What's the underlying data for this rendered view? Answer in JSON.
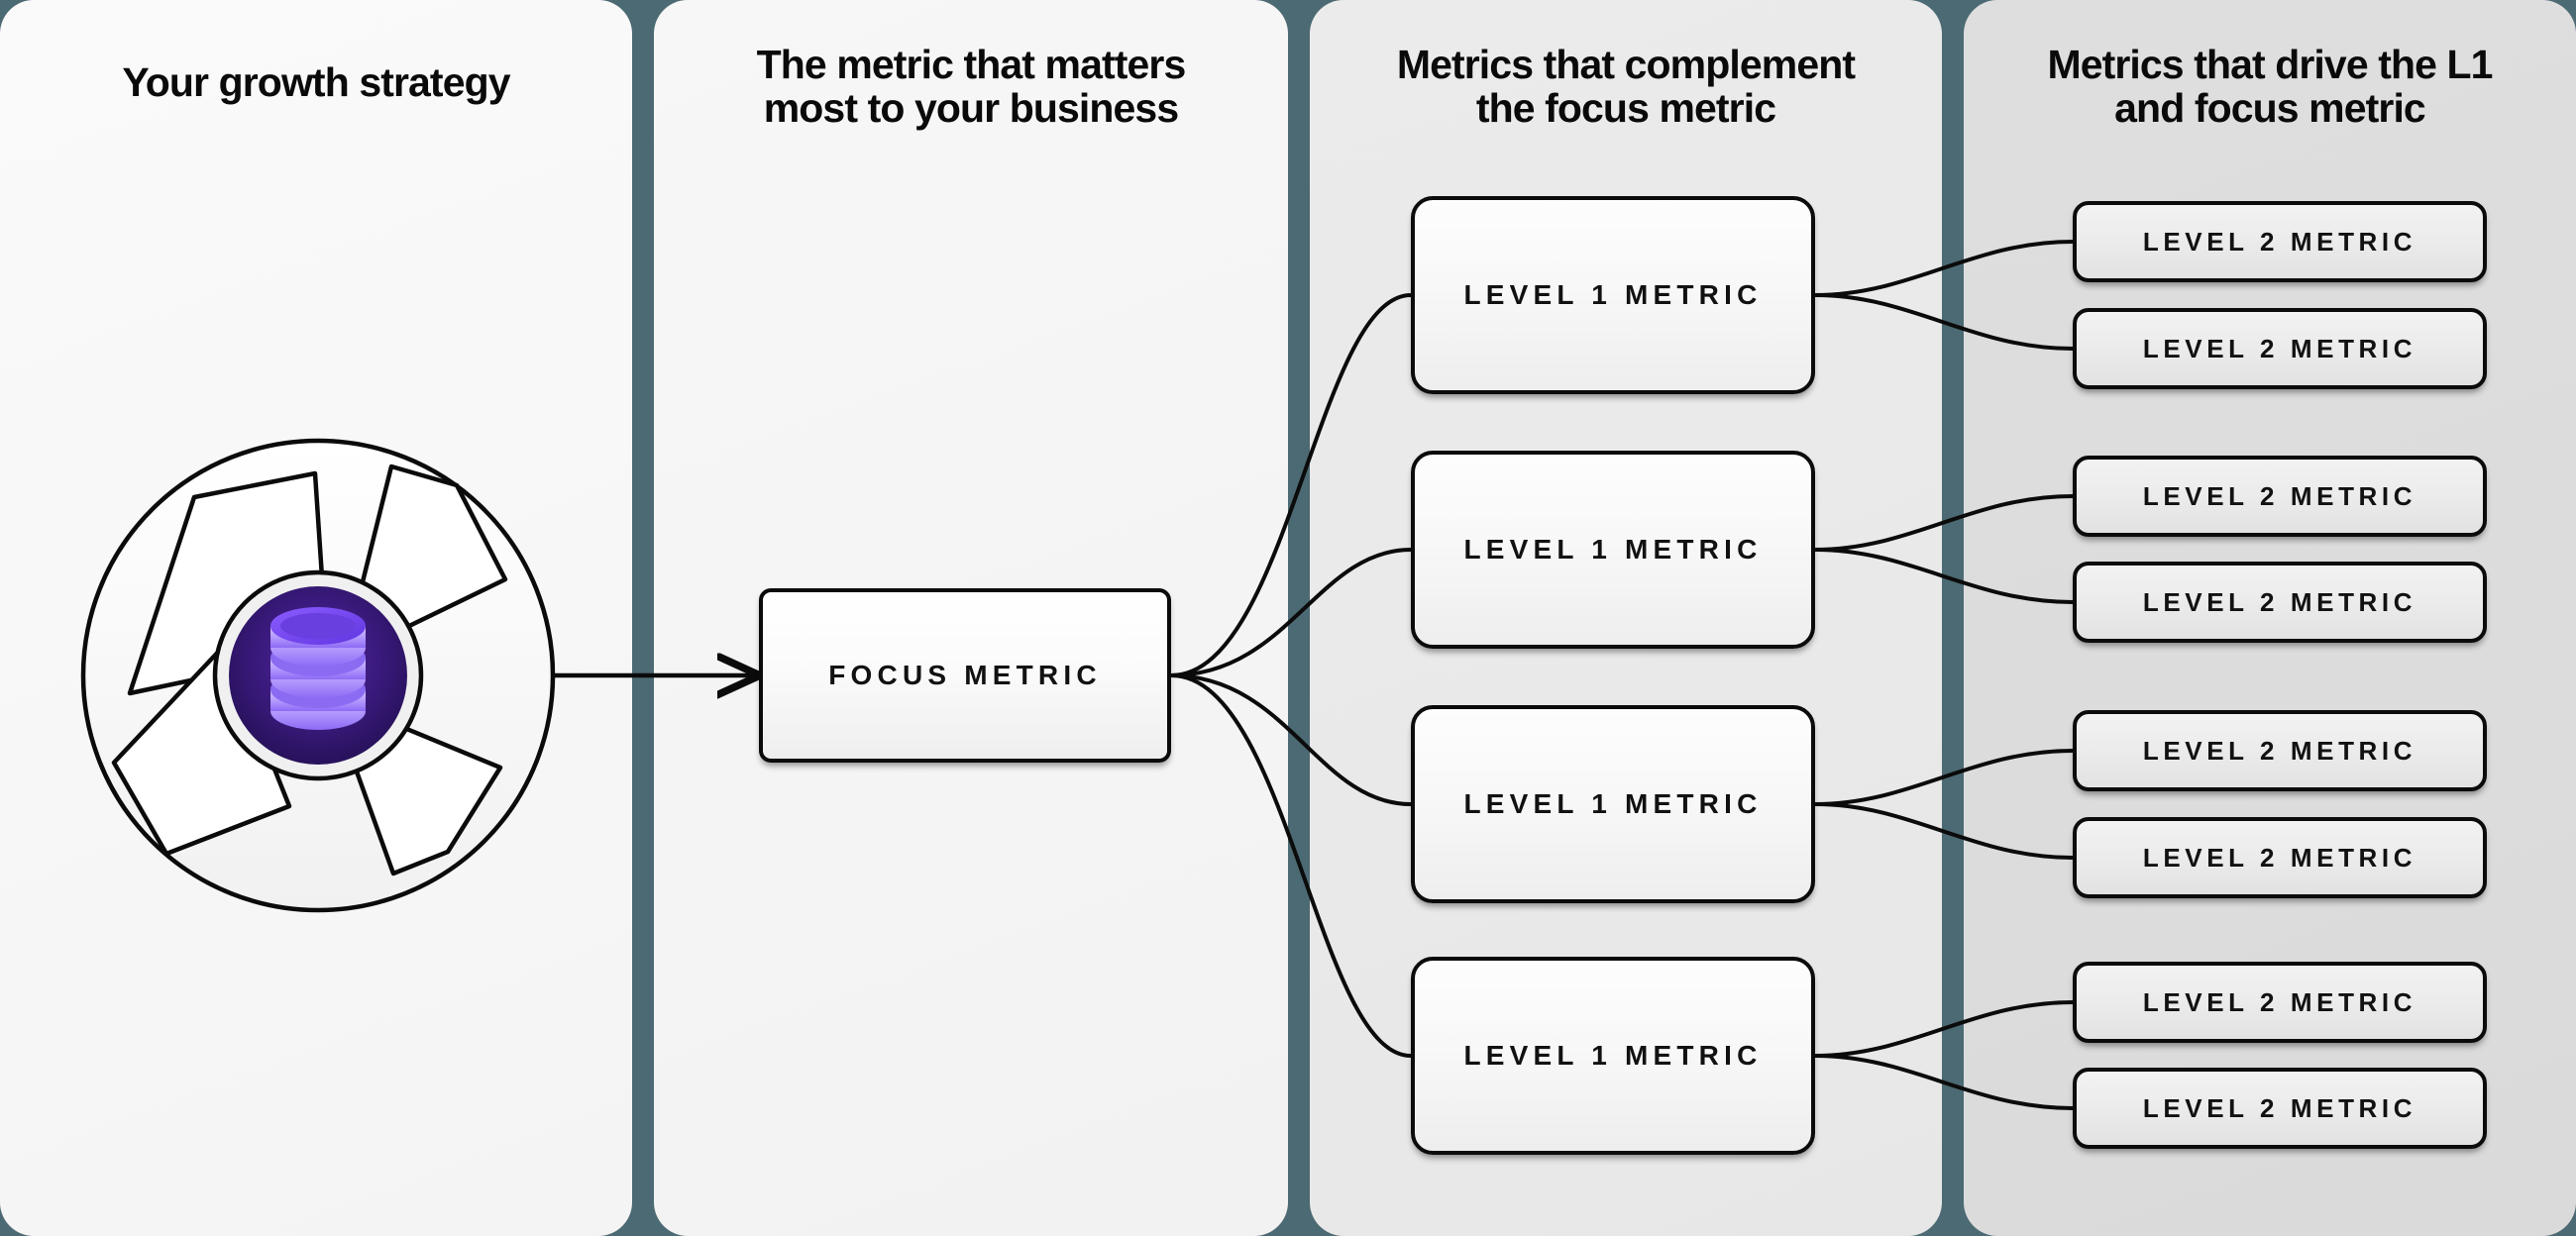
{
  "meta": {
    "title": "Metric tree: growth strategy to level 2 metrics",
    "background_color": "#4c6a73"
  },
  "columns": [
    {
      "id": "col-strategy",
      "heading": "Your growth strategy",
      "background_color": "#f7f7f7"
    },
    {
      "id": "col-focus",
      "heading": "The metric that matters\nmost to your business",
      "background_color": "#f4f4f4"
    },
    {
      "id": "col-level1",
      "heading": "Metrics that complement\nthe focus metric",
      "background_color": "#e9e9e9"
    },
    {
      "id": "col-level2",
      "heading": "Metrics that drive the L1\nand focus metric",
      "background_color": "#dcdcdc"
    }
  ],
  "headings": {
    "col1": "Your growth strategy",
    "col2_line1": "The metric that matters",
    "col2_line2": "most to your business",
    "col3_line1": "Metrics that complement",
    "col3_line2": "the focus metric",
    "col4_line1": "Metrics that drive the L1",
    "col4_line2": "and focus metric"
  },
  "strategy_logo": {
    "icon_name": "database-stack-icon",
    "outer_shape": "aperture-petal-circle",
    "outer_fill": "#fafafa",
    "outer_stroke": "#0b0b0b",
    "inner_circle_fill_outer": "#2a1260",
    "inner_circle_fill_inner": "#4a24a8",
    "inner_ring_fill": "#f2f2f2",
    "db_light": "#cdb8ff",
    "db_mid": "#7c4dff",
    "db_dark": "#5a2fd6"
  },
  "nodes": {
    "focus": {
      "label": "FOCUS METRIC"
    },
    "level1": [
      {
        "label": "LEVEL 1 METRIC"
      },
      {
        "label": "LEVEL 1 METRIC"
      },
      {
        "label": "LEVEL 1 METRIC"
      },
      {
        "label": "LEVEL 1 METRIC"
      }
    ],
    "level2": [
      {
        "label": "LEVEL 2 METRIC"
      },
      {
        "label": "LEVEL 2 METRIC"
      },
      {
        "label": "LEVEL 2 METRIC"
      },
      {
        "label": "LEVEL 2 METRIC"
      },
      {
        "label": "LEVEL 2 METRIC"
      },
      {
        "label": "LEVEL 2 METRIC"
      },
      {
        "label": "LEVEL 2 METRIC"
      },
      {
        "label": "LEVEL 2 METRIC"
      }
    ]
  },
  "connectors": {
    "stroke_color": "#0b0b0b",
    "stroke_width": 4,
    "arrow_from_strategy_to_focus": true,
    "focus_to_level1_count": 4,
    "level1_to_level2_per_node": 2
  },
  "colors": {
    "canvas": "#4c6a73",
    "ink": "#0b0b0b",
    "panel1": "#f7f7f7",
    "panel2": "#f4f4f4",
    "panel3": "#e9e9e9",
    "panel4": "#dcdcdc",
    "accent_purple": "#7c4dff"
  }
}
